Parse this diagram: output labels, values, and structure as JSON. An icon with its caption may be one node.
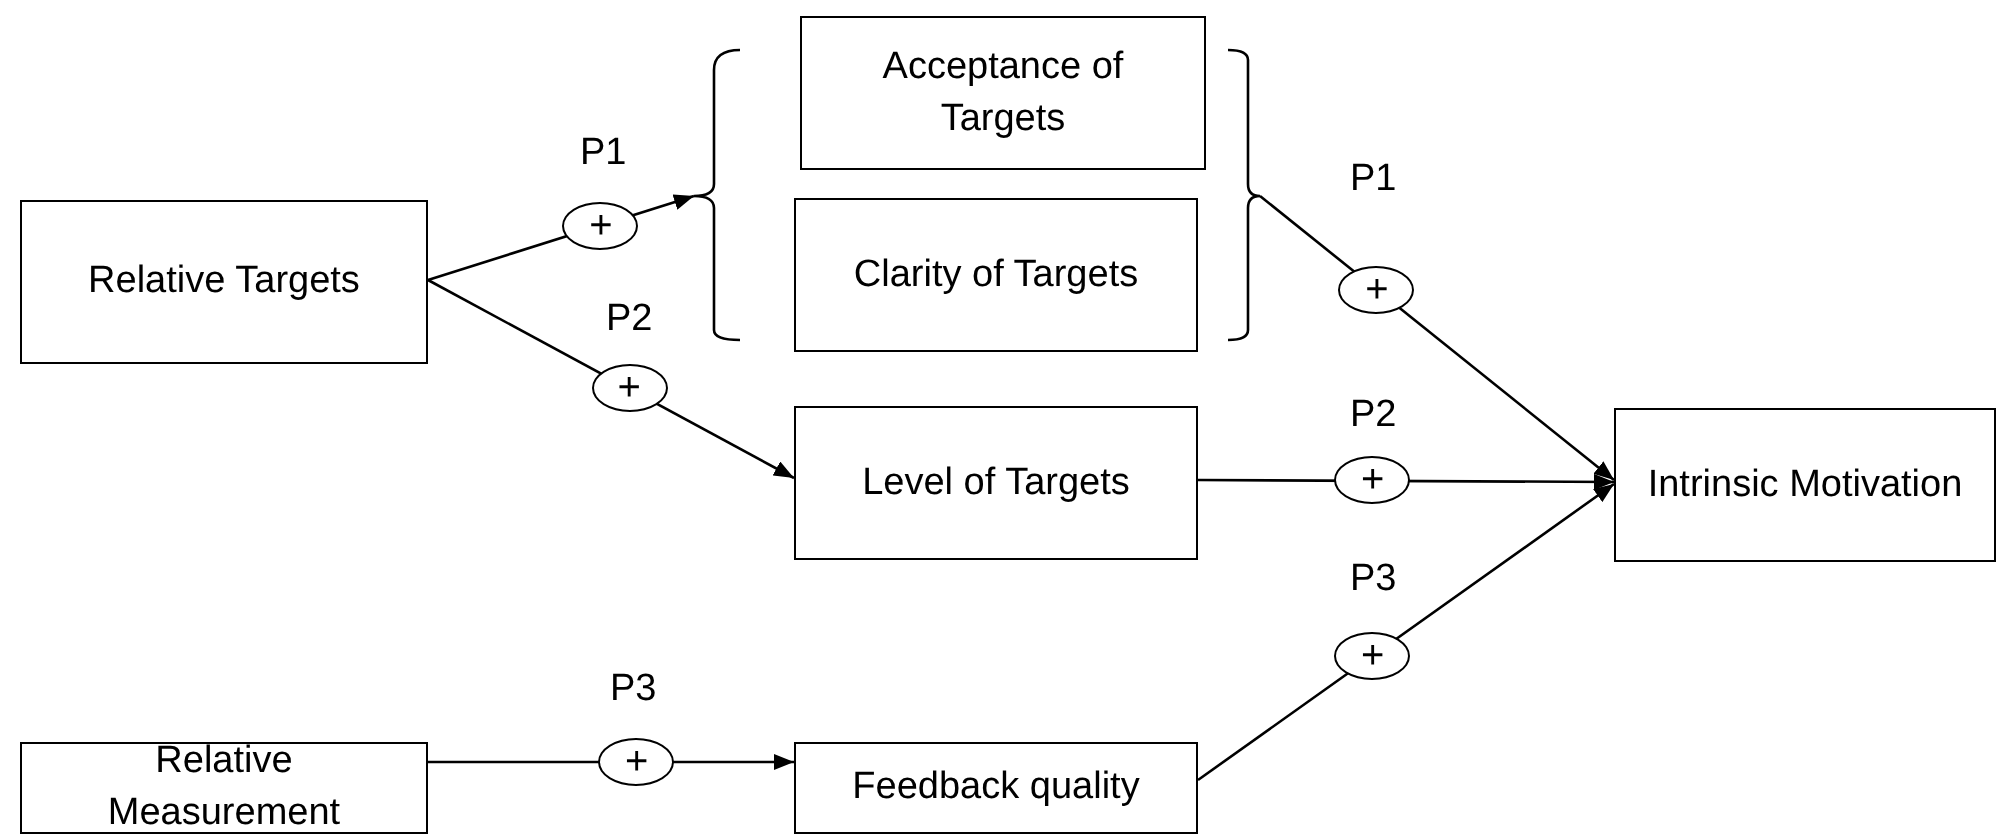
{
  "diagram": {
    "nodes": [
      {
        "text": [
          "Relative Targets"
        ]
      },
      {
        "text": [],
        "shape": "bracket"
      },
      {
        "text": [
          "Acceptance of Targets"
        ],
        "in": 1
      },
      {
        "text": [
          "Clarity of Targets"
        ],
        "in": 1
      },
      {
        "text": [
          "Level of Targets"
        ]
      },
      {
        "text": [
          "Intrinsic Motivation"
        ]
      },
      {
        "text": [
          "Relative Measurement"
        ]
      },
      {
        "text": [
          "Feedback quality"
        ]
      }
    ],
    "edges": [
      {
        "from": 0,
        "to": 1,
        "arrow": "to",
        "label": "+"
      },
      {
        "from": 0,
        "to": 4,
        "arrow": "to",
        "label": "+"
      },
      {
        "from": 1,
        "to": 5,
        "arrow": "to",
        "label": "+"
      },
      {
        "from": 4,
        "to": 5,
        "arrow": "to",
        "label": "+"
      },
      {
        "from": 7,
        "to": 5,
        "arrow": "to",
        "label": "+"
      },
      {
        "from": 6,
        "to": 7,
        "arrow": "to",
        "label": "+"
      }
    ],
    "labels": [
      "P1",
      "P2",
      "P1",
      "P2",
      "P3",
      "P3"
    ]
  }
}
